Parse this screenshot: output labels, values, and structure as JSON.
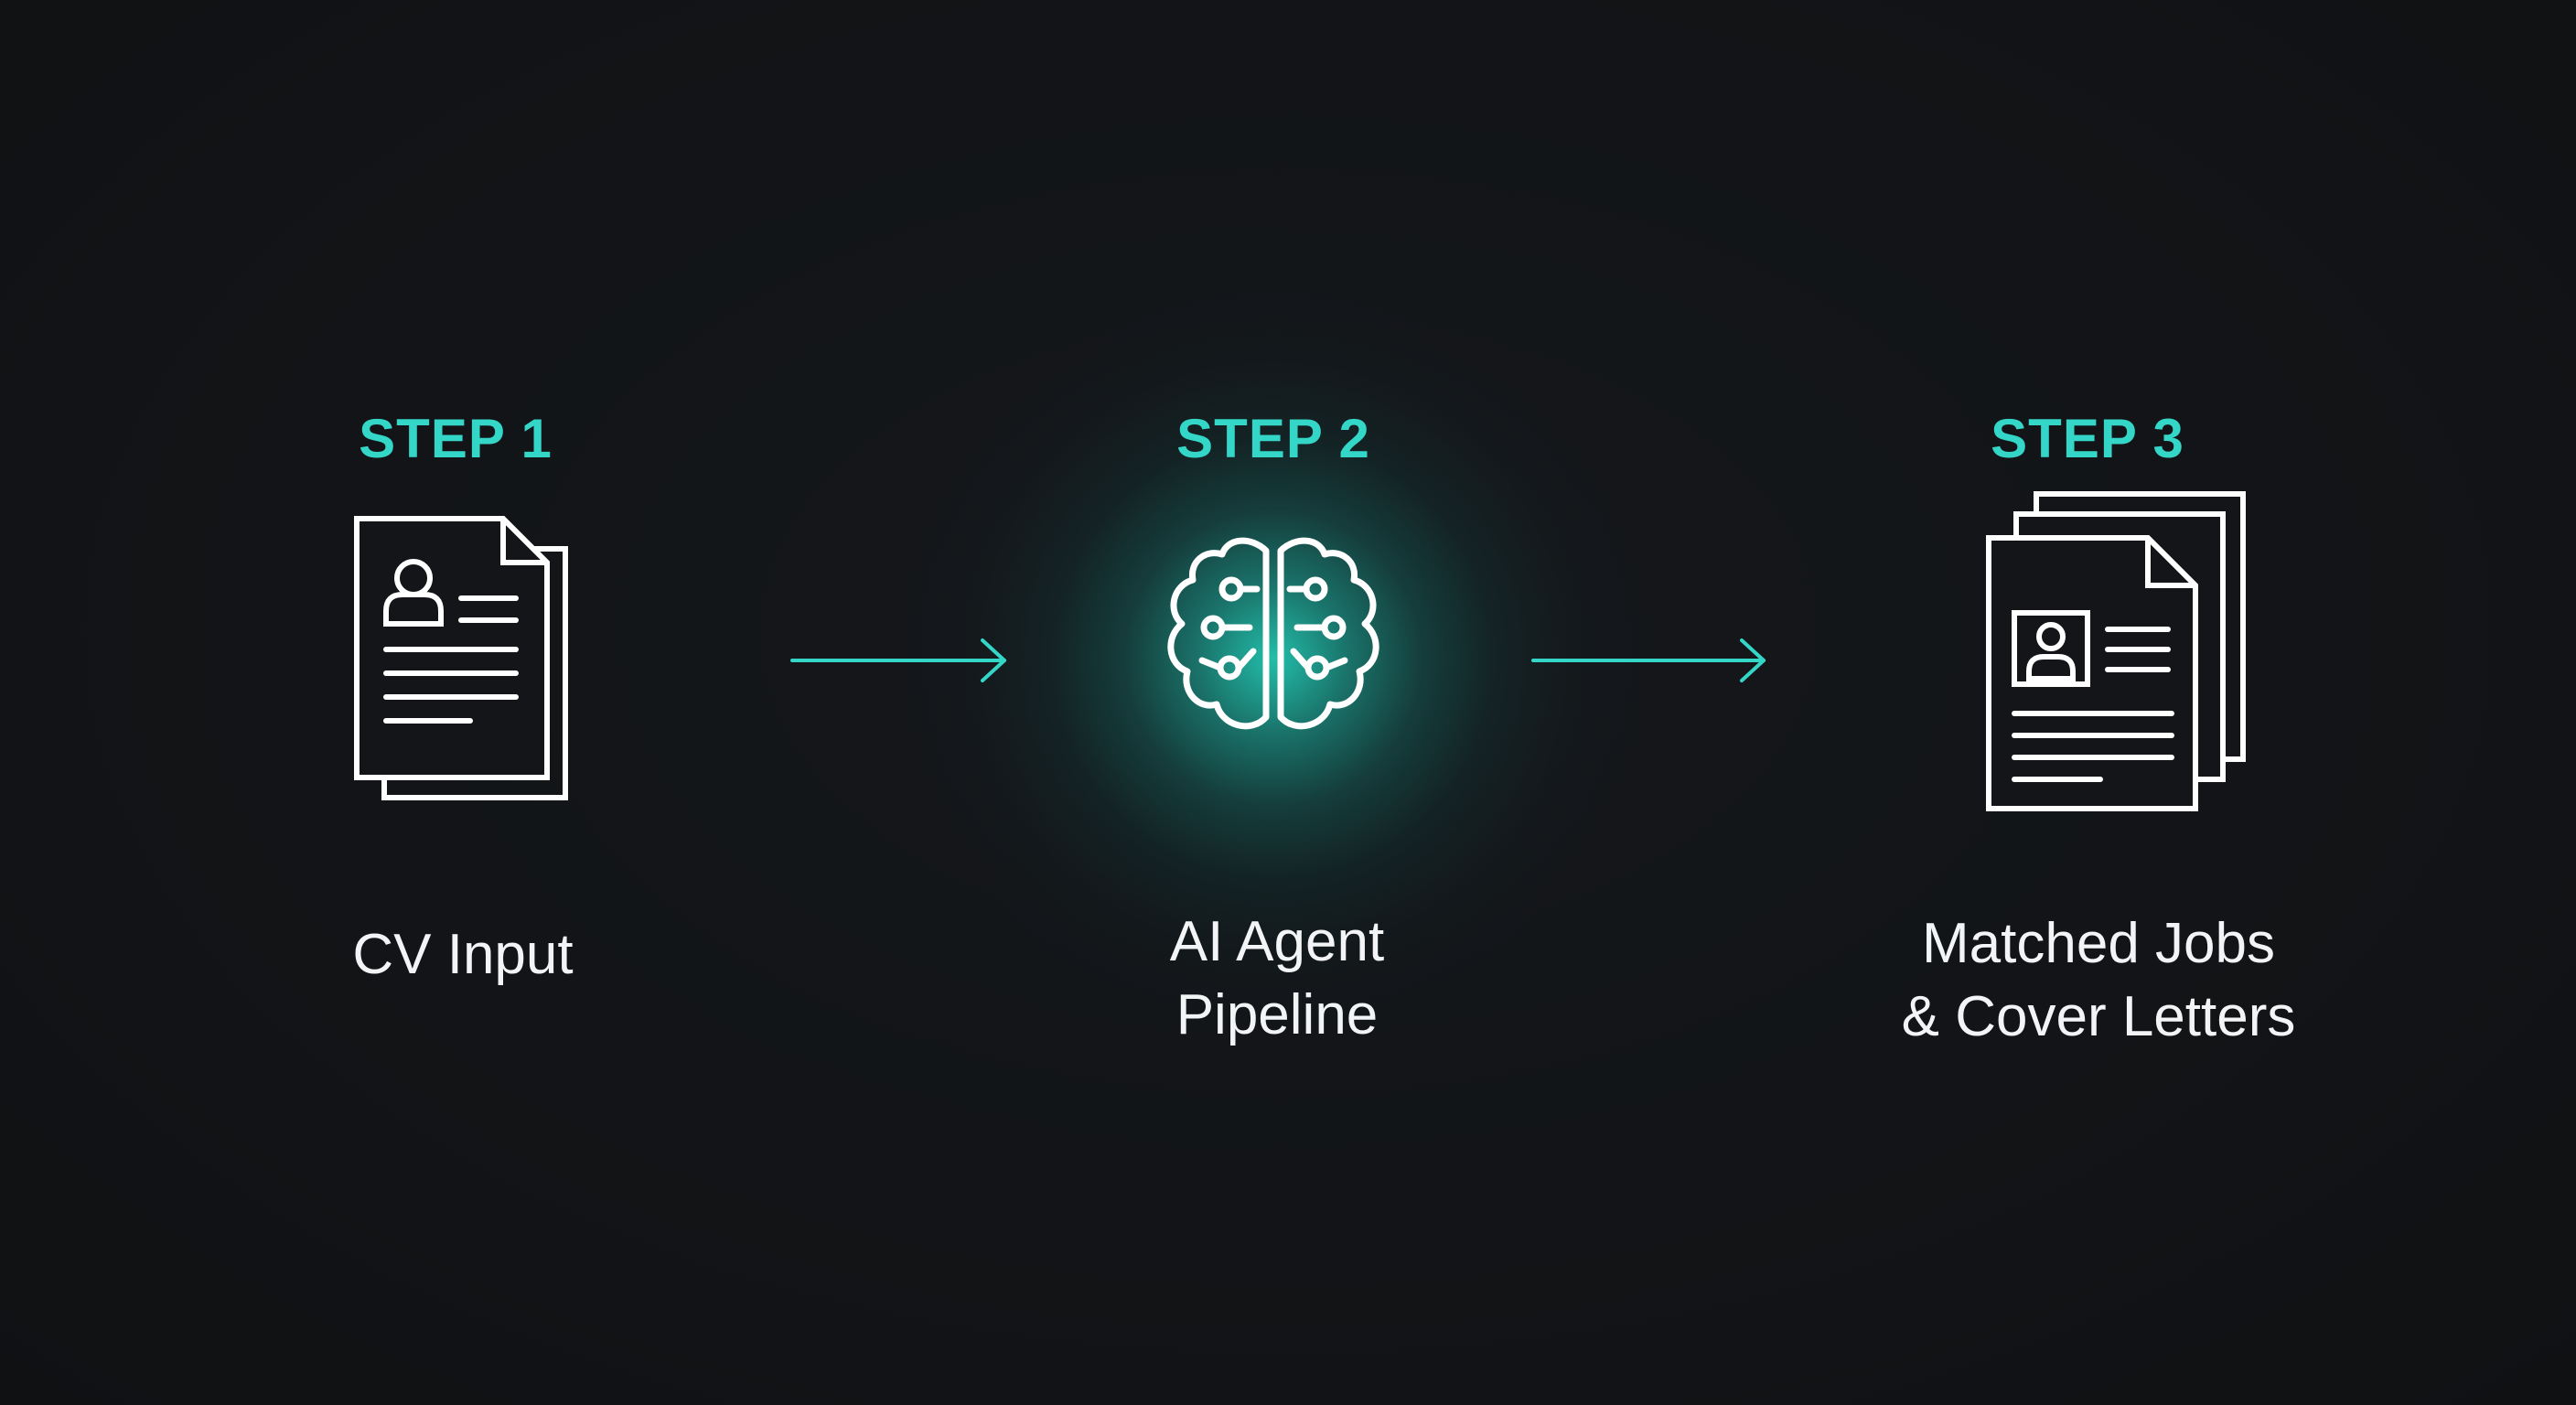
{
  "colors": {
    "background": "#121417",
    "accent": "#34d6c8",
    "icon_stroke": "#ffffff",
    "caption_text": "#f2f4f5"
  },
  "steps": [
    {
      "label": "STEP 1",
      "icon": "cv-document-icon",
      "caption_lines": [
        "CV Input"
      ]
    },
    {
      "label": "STEP 2",
      "icon": "brain-circuit-icon",
      "caption_lines": [
        "AI Agent",
        "Pipeline"
      ]
    },
    {
      "label": "STEP 3",
      "icon": "document-stack-icon",
      "caption_lines": [
        "Matched Jobs",
        "& Cover Letters"
      ]
    }
  ],
  "connectors": [
    "arrow-right-icon",
    "arrow-right-icon"
  ]
}
